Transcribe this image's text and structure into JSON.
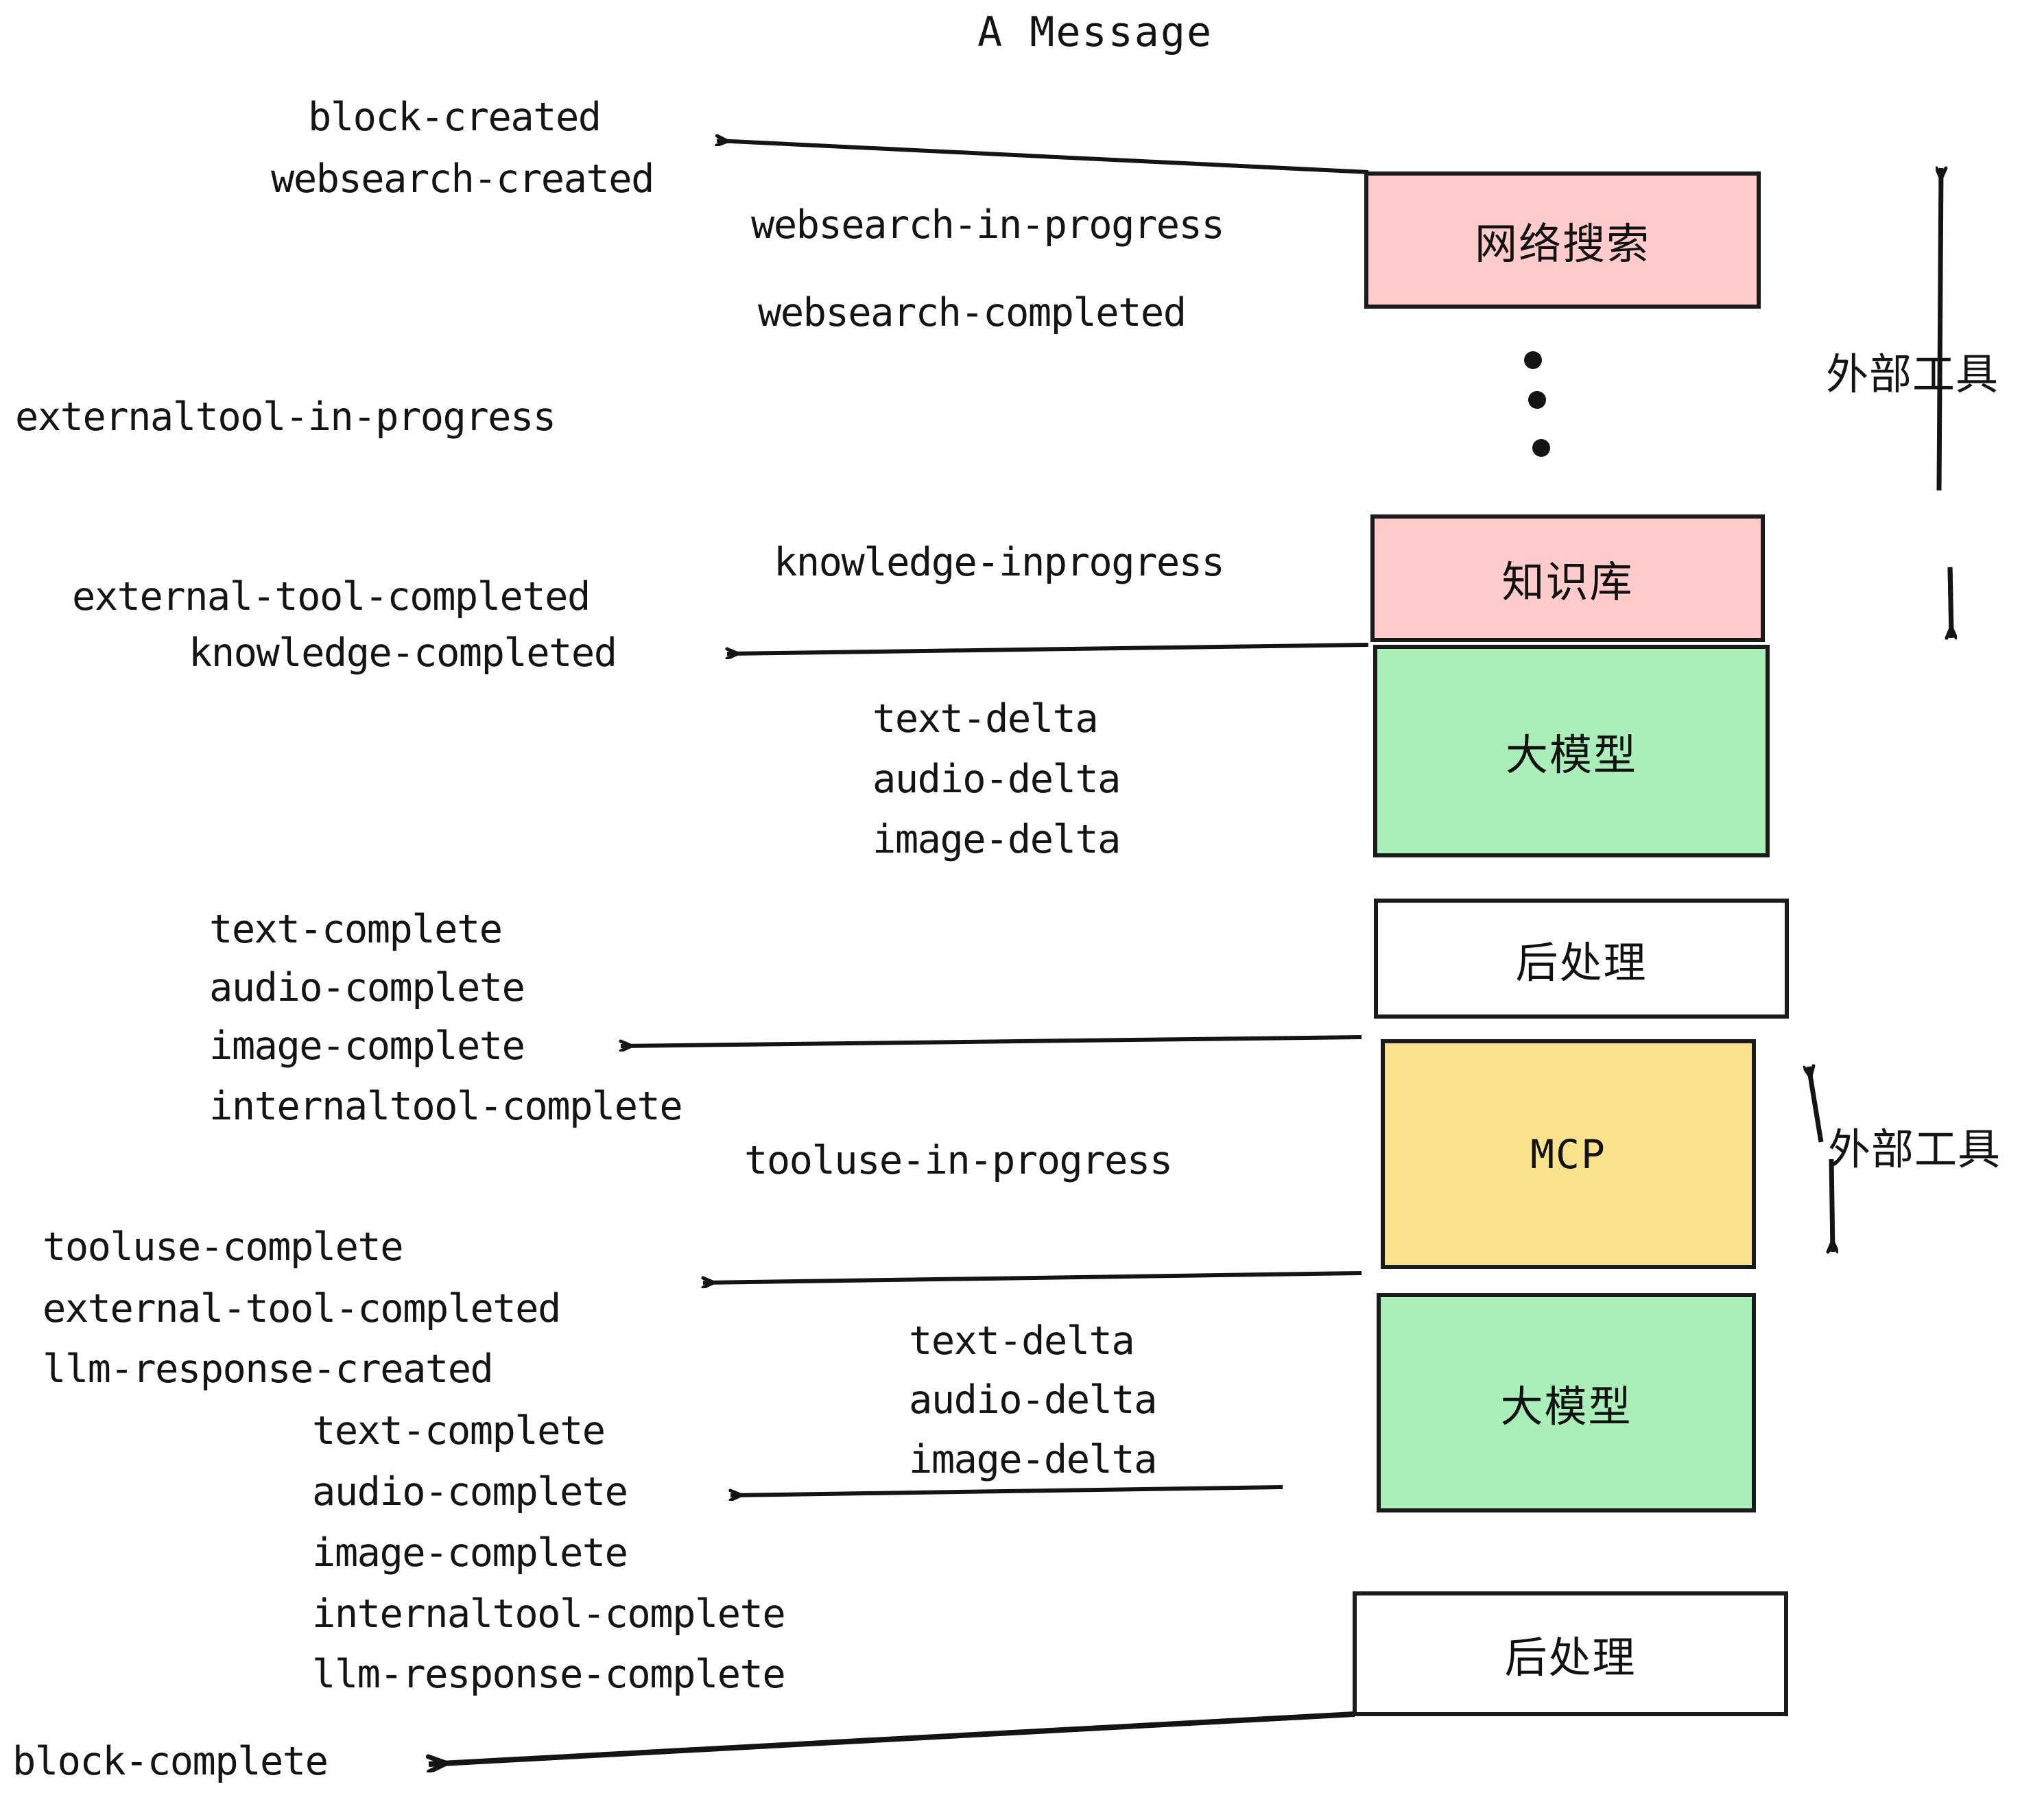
{
  "title": "A Message",
  "colors": {
    "pink": "#ffcccb",
    "green": "#aaeeba",
    "yellow": "#fbe38e",
    "white": "#ffffff",
    "stroke": "#1b1b1b",
    "text": "#141414"
  },
  "nodes": [
    {
      "id": "websearch",
      "label": "网络搜索",
      "fill": "#ffcccb"
    },
    {
      "id": "knowledge",
      "label": "知识库",
      "fill": "#ffcccb"
    },
    {
      "id": "llm-1",
      "label": "大模型",
      "fill": "#aaeeba"
    },
    {
      "id": "postprocess-1",
      "label": "后处理",
      "fill": "#ffffff"
    },
    {
      "id": "mcp",
      "label": "MCP",
      "fill": "#fbe38e"
    },
    {
      "id": "llm-2",
      "label": "大模型",
      "fill": "#aaeeba"
    },
    {
      "id": "postprocess-2",
      "label": "后处理",
      "fill": "#ffffff"
    }
  ],
  "side_labels": [
    {
      "id": "external-tools-top",
      "label": "外部工具"
    },
    {
      "id": "external-tools-bottom",
      "label": "外部工具"
    }
  ],
  "events": [
    {
      "id": "block-created",
      "text": "block-created"
    },
    {
      "id": "websearch-created",
      "text": "websearch-created"
    },
    {
      "id": "websearch-in-progress",
      "text": "websearch-in-progress"
    },
    {
      "id": "websearch-completed",
      "text": "websearch-completed"
    },
    {
      "id": "externaltool-in-progress",
      "text": "externaltool-in-progress"
    },
    {
      "id": "knowledge-inprogress",
      "text": "knowledge-inprogress"
    },
    {
      "id": "external-tool-completed-1",
      "text": "external-tool-completed"
    },
    {
      "id": "knowledge-completed",
      "text": "knowledge-completed"
    },
    {
      "id": "text-delta-1",
      "text": "text-delta"
    },
    {
      "id": "audio-delta-1",
      "text": "audio-delta"
    },
    {
      "id": "image-delta-1",
      "text": "image-delta"
    },
    {
      "id": "text-complete-1",
      "text": "text-complete"
    },
    {
      "id": "audio-complete-1",
      "text": "audio-complete"
    },
    {
      "id": "image-complete-1",
      "text": "image-complete"
    },
    {
      "id": "internaltool-complete-1",
      "text": "internaltool-complete"
    },
    {
      "id": "tooluse-in-progress",
      "text": "tooluse-in-progress"
    },
    {
      "id": "tooluse-complete",
      "text": "tooluse-complete"
    },
    {
      "id": "external-tool-completed-2",
      "text": "external-tool-completed"
    },
    {
      "id": "llm-response-created",
      "text": "llm-response-created"
    },
    {
      "id": "text-delta-2",
      "text": "text-delta"
    },
    {
      "id": "audio-delta-2",
      "text": "audio-delta"
    },
    {
      "id": "image-delta-2",
      "text": "image-delta"
    },
    {
      "id": "text-complete-2",
      "text": "text-complete"
    },
    {
      "id": "audio-complete-2",
      "text": "audio-complete"
    },
    {
      "id": "image-complete-2",
      "text": "image-complete"
    },
    {
      "id": "internaltool-complete-2",
      "text": "internaltool-complete"
    },
    {
      "id": "llm-response-complete",
      "text": "llm-response-complete"
    },
    {
      "id": "block-complete",
      "text": "block-complete"
    }
  ]
}
